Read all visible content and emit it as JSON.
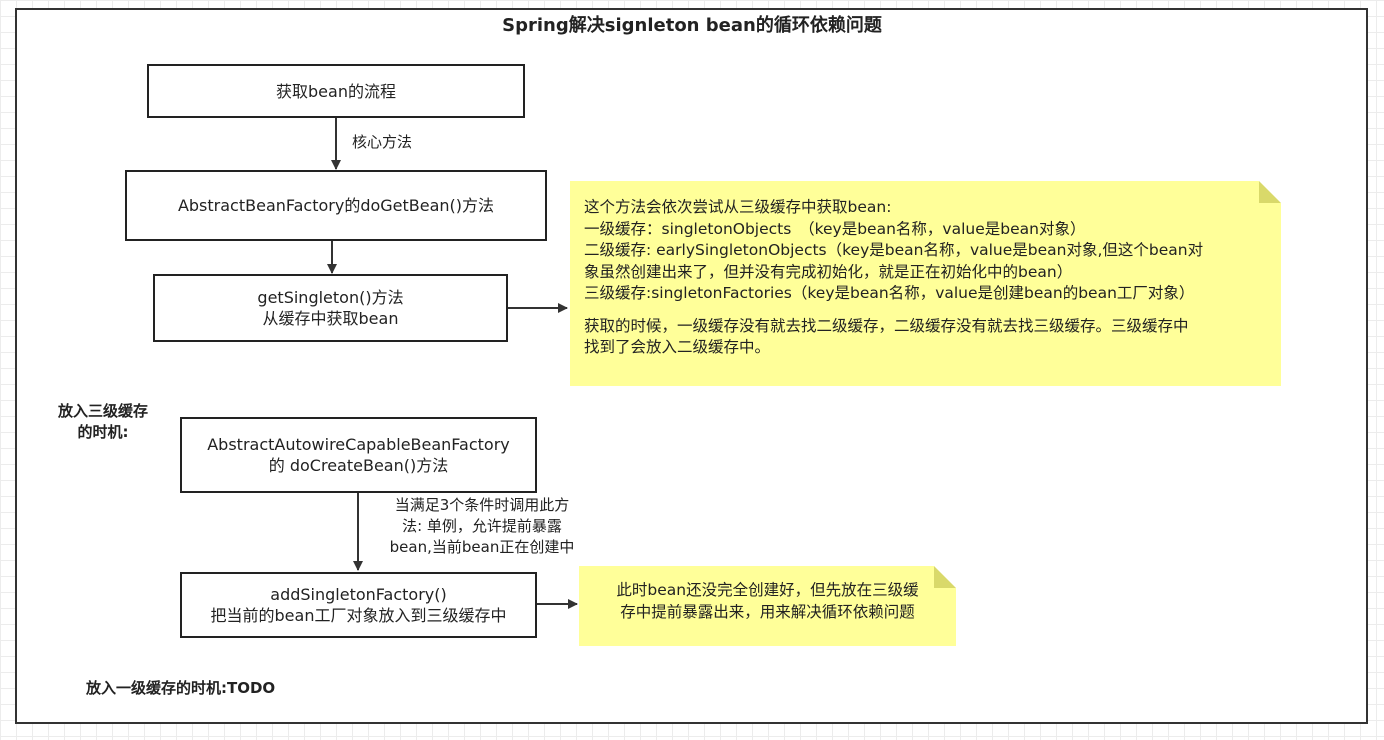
{
  "diagram": {
    "title": "Spring解决signleton bean的循环依赖问题",
    "nodes": {
      "flow": "获取bean的流程",
      "do_get_bean": "AbstractBeanFactory的doGetBean()方法",
      "get_singleton": {
        "line1": "getSingleton()方法",
        "line2": "从缓存中获取bean"
      },
      "do_create_bean": {
        "line1": "AbstractAutowireCapableBeanFactory",
        "line2": "的 doCreateBean()方法"
      },
      "add_singleton_factory": {
        "line1": "addSingletonFactory()",
        "line2": "把当前的bean工厂对象放入到三级缓存中"
      }
    },
    "edge_labels": {
      "core_method": "核心方法",
      "condition": {
        "line1": "当满足3个条件时调用此方",
        "line2": "法: 单例，允许提前暴露",
        "line3": "bean,当前bean正在创建中"
      }
    },
    "side_labels": {
      "third_cache_timing": {
        "line1": "放入三级缓存",
        "line2": "的时机:"
      },
      "first_cache_timing": "放入一级缓存的时机:TODO"
    },
    "notes": {
      "cache_note": {
        "line1": "这个方法会依次尝试从三级缓存中获取bean:",
        "line2": "一级缓存：singletonObjects　（key是bean名称，value是bean对象）",
        "line3": "二级缓存: earlySingletonObjects（key是bean名称，value是bean对象,但这个bean对",
        "line4": "象虽然创建出来了，但并没有完成初始化，就是正在初始化中的bean）",
        "line5": "三级缓存:singletonFactories（key是bean名称，value是创建bean的bean工厂对象）",
        "line6": "获取的时候，一级缓存没有就去找二级缓存，二级缓存没有就去找三级缓存。三级缓存中",
        "line7": "找到了会放入二级缓存中。"
      },
      "early_expose_note": {
        "line1": "此时bean还没完全创建好，但先放在三级缓",
        "line2": "存中提前暴露出来，用来解决循环依赖问题"
      }
    }
  },
  "colors": {
    "note_fill": "#ffff99",
    "note_fold": "#d9d96a",
    "stroke": "#333333"
  }
}
